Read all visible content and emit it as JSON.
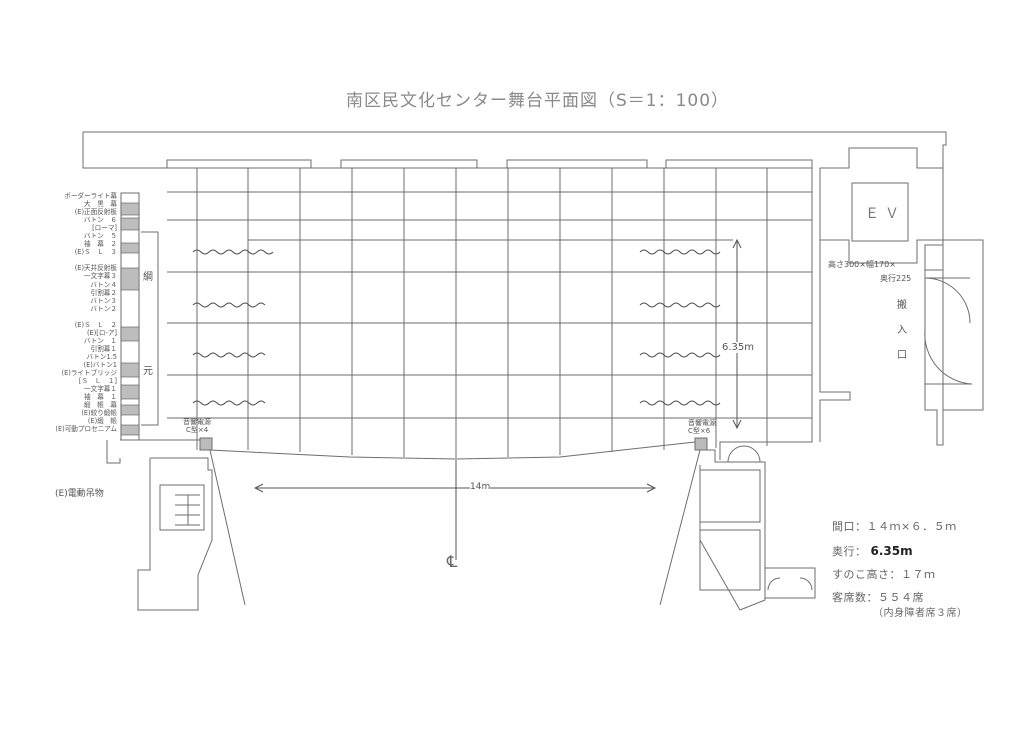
{
  "title": "南区民文化センター舞台平面図（S＝1：100）",
  "battens": [
    "ボーダーライト幕",
    "大　黒　幕",
    "(E)正面反射板",
    "バトン　６",
    "[ローマ]",
    "バトン　５",
    "袖　幕　２",
    "(E)Ｓ　Ｌ　３",
    "",
    "(E)天井反射板",
    "一文字幕３",
    "バトン４",
    "引割幕２",
    "バトン３",
    "バトン２",
    "",
    "(E)Ｓ　Ｌ　２",
    "(E)[ロ-ア]",
    "バトン　１",
    "引割幕１",
    "バトン1.5",
    "(E)バトン1",
    "(E)ライトブリッジ",
    "[Ｓ　Ｌ　１]",
    "一文字幕１",
    "袖　幕　１",
    "緞　帳　幕",
    "(E)絞り緞帳",
    "(E)緞　帳",
    "(E)可動プロセニアム"
  ],
  "grid_label_left": "綱",
  "grid_label_left2": "元",
  "depth_dim": "6.35m",
  "width_dim": "14m",
  "power_left": {
    "line1": "音響電源",
    "line2": "C型×4"
  },
  "power_right": {
    "line1": "音響電源",
    "line2": "C型×6"
  },
  "ev": "ＥＶ",
  "ev_size_a": "高さ300×幅170×",
  "ev_size_b": "奥行225",
  "loading": [
    "搬",
    "入",
    "口"
  ],
  "centerline": "℄",
  "motor": "(E)電動吊物",
  "specs": {
    "opening": "間口：１４ｍ×６．５ｍ",
    "depth_label": "奥行：",
    "depth_value": "6.35m",
    "grid_height": "すのこ高さ：１７ｍ",
    "seats": "客席数：５５４席",
    "seats_note": "（内身障者席３席）"
  }
}
